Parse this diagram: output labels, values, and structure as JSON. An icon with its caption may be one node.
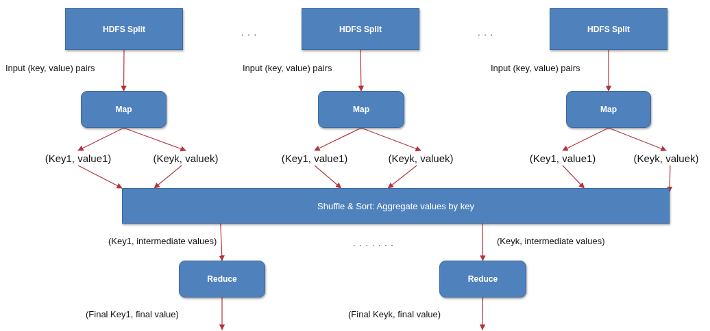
{
  "diagram": {
    "nodes": [
      {
        "text": [
          "HDFS Split"
        ]
      },
      {
        "text": [
          "HDFS Split"
        ]
      },
      {
        "text": [
          "HDFS Split"
        ]
      },
      {
        "text": [
          "Map"
        ]
      },
      {
        "text": [
          "Map"
        ]
      },
      {
        "text": [
          "Map"
        ]
      },
      {
        "text": [
          "(Key1, value1)"
        ]
      },
      {
        "text": [
          "(Keyk, valuek)"
        ]
      },
      {
        "text": [
          "(Key1, value1)"
        ]
      },
      {
        "text": [
          "(Keyk, valuek)"
        ]
      },
      {
        "text": [
          "(Key1, value1)"
        ]
      },
      {
        "text": [
          "(Keyk, valuek)"
        ]
      },
      {
        "text": [
          "Shuffle & Sort: Aggregate values by key"
        ]
      },
      {
        "text": [
          "Reduce"
        ]
      },
      {
        "text": [
          "Reduce"
        ]
      }
    ],
    "edges": [
      {
        "from": 0,
        "to": 3,
        "arrow": "to",
        "label": "Input (key, value) pairs"
      },
      {
        "from": 1,
        "to": 4,
        "arrow": "to",
        "label": "Input (key, value) pairs"
      },
      {
        "from": 2,
        "to": 5,
        "arrow": "to",
        "label": "Input (key, value) pairs"
      },
      {
        "from": 3,
        "to": 6,
        "arrow": "to"
      },
      {
        "from": 3,
        "to": 7,
        "arrow": "to"
      },
      {
        "from": 4,
        "to": 8,
        "arrow": "to"
      },
      {
        "from": 4,
        "to": 9,
        "arrow": "to"
      },
      {
        "from": 5,
        "to": 10,
        "arrow": "to"
      },
      {
        "from": 5,
        "to": 11,
        "arrow": "to"
      },
      {
        "from": 6,
        "to": 12,
        "arrow": "to"
      },
      {
        "from": 7,
        "to": 12,
        "arrow": "to"
      },
      {
        "from": 8,
        "to": 12,
        "arrow": "to"
      },
      {
        "from": 9,
        "to": 12,
        "arrow": "to"
      },
      {
        "from": 10,
        "to": 12,
        "arrow": "to"
      },
      {
        "from": 11,
        "to": 12,
        "arrow": "to"
      },
      {
        "from": 12,
        "to": 13,
        "arrow": "to",
        "label": "(Key1, intermediate values)"
      },
      {
        "from": 12,
        "to": 14,
        "arrow": "to",
        "label": "(Keyk, intermediate values)"
      },
      {
        "from": 13,
        "to": null,
        "arrow": "to",
        "label": "(Final Key1, final value)"
      },
      {
        "from": 14,
        "to": null,
        "arrow": "to",
        "label": "(Final Keyk, final value)"
      }
    ],
    "labels": [
      ". . .",
      ". . .",
      ". . . . . . ."
    ]
  }
}
